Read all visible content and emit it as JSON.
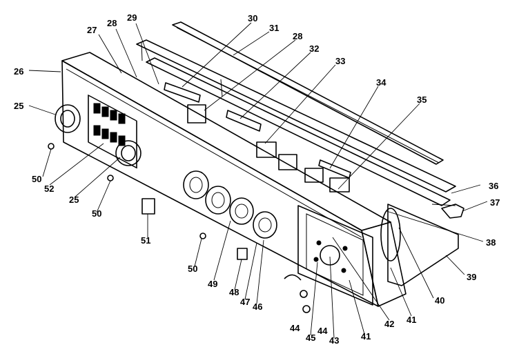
{
  "callouts": [
    {
      "id": "c25a",
      "label": "25"
    },
    {
      "id": "c26",
      "label": "26"
    },
    {
      "id": "c27",
      "label": "27"
    },
    {
      "id": "c28a",
      "label": "28"
    },
    {
      "id": "c29",
      "label": "29"
    },
    {
      "id": "c30",
      "label": "30"
    },
    {
      "id": "c31",
      "label": "31"
    },
    {
      "id": "c28b",
      "label": "28"
    },
    {
      "id": "c32",
      "label": "32"
    },
    {
      "id": "c33",
      "label": "33"
    },
    {
      "id": "c34",
      "label": "34"
    },
    {
      "id": "c35",
      "label": "35"
    },
    {
      "id": "c36",
      "label": "36"
    },
    {
      "id": "c37",
      "label": "37"
    },
    {
      "id": "c38",
      "label": "38"
    },
    {
      "id": "c39",
      "label": "39"
    },
    {
      "id": "c40",
      "label": "40"
    },
    {
      "id": "c41a",
      "label": "41"
    },
    {
      "id": "c41b",
      "label": "41"
    },
    {
      "id": "c42",
      "label": "42"
    },
    {
      "id": "c43",
      "label": "43"
    },
    {
      "id": "c44a",
      "label": "44"
    },
    {
      "id": "c44b",
      "label": "44"
    },
    {
      "id": "c45",
      "label": "45"
    },
    {
      "id": "c46",
      "label": "46"
    },
    {
      "id": "c47",
      "label": "47"
    },
    {
      "id": "c48",
      "label": "48"
    },
    {
      "id": "c49",
      "label": "49"
    },
    {
      "id": "c50a",
      "label": "50"
    },
    {
      "id": "c50b",
      "label": "50"
    },
    {
      "id": "c50c",
      "label": "50"
    },
    {
      "id": "c51",
      "label": "51"
    },
    {
      "id": "c52",
      "label": "52"
    },
    {
      "id": "c25b",
      "label": "25"
    }
  ]
}
